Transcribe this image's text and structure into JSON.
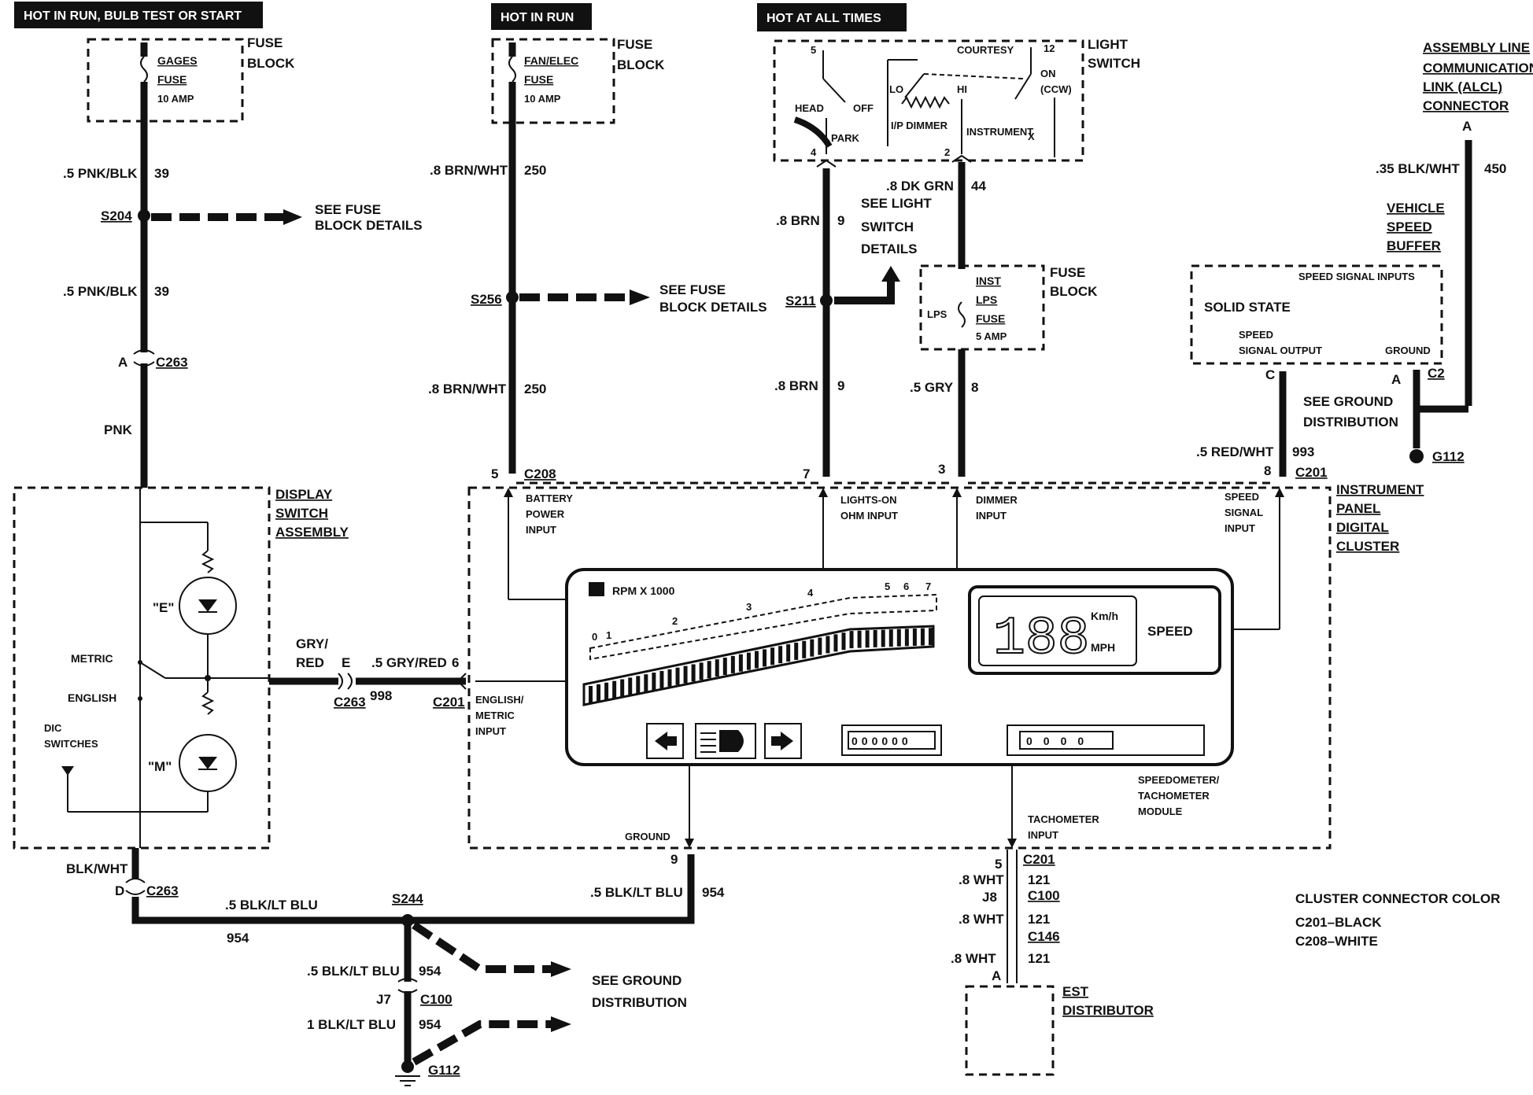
{
  "headers": {
    "hot_run_bulb_start": "HOT IN RUN, BULB TEST OR START",
    "hot_in_run": "HOT IN RUN",
    "hot_at_all_times": "HOT AT ALL TIMES"
  },
  "fuse_gages": {
    "name1": "GAGES",
    "name2": "FUSE",
    "rating": "10 AMP",
    "block1": "FUSE",
    "block2": "BLOCK"
  },
  "fuse_fan": {
    "name1": "FAN/ELEC",
    "name2": "FUSE",
    "rating": "10 AMP",
    "block1": "FUSE",
    "block2": "BLOCK"
  },
  "light_switch": {
    "label1": "LIGHT",
    "label2": "SWITCH",
    "courtesy": "COURTESY",
    "on": "ON",
    "ccw": "(CCW)",
    "head": "HEAD",
    "off": "OFF",
    "park": "PARK",
    "lo": "LO",
    "hi": "HI",
    "ip_dimmer": "I/P DIMMER",
    "instrument": "INSTRUMENT",
    "pin5": "5",
    "pin12": "12",
    "pin4": "4",
    "pin2": "2",
    "pinx": "X"
  },
  "alcl": {
    "l1": "ASSEMBLY LINE",
    "l2": "COMMUNICATION",
    "l3": "LINK (ALCL)",
    "l4": "CONNECTOR",
    "pin": "A",
    "wire": ".35 BLK/WHT",
    "circuit": "450"
  },
  "vsb": {
    "l1": "VEHICLE",
    "l2": "SPEED",
    "l3": "BUFFER",
    "inputs": "SPEED SIGNAL INPUTS",
    "solid": "SOLID STATE",
    "out1": "SPEED",
    "out2": "SIGNAL OUTPUT",
    "ground": "GROUND",
    "pin_c": "C",
    "pin_a": "A",
    "conn": "C2",
    "see1": "SEE GROUND",
    "see2": "DISTRIBUTION",
    "g": "G112",
    "wire": ".5 RED/WHT",
    "circuit": "993",
    "pin8": "8",
    "c201": "C201"
  },
  "left_circuit": {
    "w1": ".5 PNK/BLK",
    "c1": "39",
    "splice": "S204",
    "see1": "SEE FUSE",
    "see2": "BLOCK DETAILS",
    "w2": ".5 PNK/BLK",
    "c2": "39",
    "pin_a": "A",
    "conn": "C263",
    "pnk": "PNK"
  },
  "mid_circuit": {
    "w1": ".8 BRN/WHT",
    "c1": "250",
    "splice": "S256",
    "see1": "SEE FUSE",
    "see2": "BLOCK DETAILS",
    "w2": ".8 BRN/WHT",
    "c2": "250",
    "pin5": "5",
    "conn": "C208"
  },
  "brn_circuit": {
    "w1": ".8 BRN",
    "c1": "9",
    "splice": "S211",
    "see1": "SEE LIGHT",
    "see2": "SWITCH",
    "see3": "DETAILS",
    "w2": ".8 BRN",
    "c2": "9",
    "pin7": "7"
  },
  "grn_circuit": {
    "w1": ".8 DK GRN",
    "c1": "44",
    "inst": "INST",
    "lps": "LPS",
    "fuse": "FUSE",
    "rating": "5 AMP",
    "lps_side": "LPS",
    "block1": "FUSE",
    "block2": "BLOCK",
    "w2": ".5 GRY",
    "c2": "8",
    "pin3": "3"
  },
  "display_switch": {
    "l1": "DISPLAY",
    "l2": "SWITCH",
    "l3": "ASSEMBLY",
    "e": "\"E\"",
    "m": "\"M\"",
    "metric": "METRIC",
    "english": "ENGLISH",
    "dic1": "DIC",
    "dic2": "SWITCHES",
    "w1": "GRY/",
    "w2": "RED",
    "pin_e": "E",
    "w3": ".5 GRY/RED",
    "pin6": "6",
    "c263": "C263",
    "circuit": "998",
    "c201": "C201"
  },
  "cluster": {
    "l1": "INSTRUMENT",
    "l2": "PANEL",
    "l3": "DIGITAL",
    "l4": "CLUSTER",
    "battery1": "BATTERY",
    "battery2": "POWER",
    "battery3": "INPUT",
    "lights1": "LIGHTS-ON",
    "lights2": "OHM INPUT",
    "dimmer1": "DIMMER",
    "dimmer2": "INPUT",
    "speed1": "SPEED",
    "speed2": "SIGNAL",
    "speed3": "INPUT",
    "english1": "ENGLISH/",
    "english2": "METRIC",
    "english3": "INPUT",
    "rpm": "RPM X 1000",
    "t0": "0",
    "t1": "1",
    "t2": "2",
    "t3": "3",
    "t4": "4",
    "t5": "5",
    "t6": "6",
    "t7": "7",
    "digits": "188",
    "kmh": "Km/h",
    "mph": "MPH",
    "speed": "SPEED",
    "odo1": "000000",
    "odo2": "0000",
    "ground": "GROUND",
    "tach1": "TACHOMETER",
    "tach2": "INPUT",
    "module1": "SPEEDOMETER/",
    "module2": "TACHOMETER",
    "module3": "MODULE"
  },
  "ground_circuit": {
    "blkwht": "BLK/WHT",
    "pin_d": "D",
    "conn": "C263",
    "w1": ".5 BLK/LT BLU",
    "c1": "954",
    "splice": "S244",
    "w2": ".5 BLK/LT BLU",
    "c2": "954",
    "pin9": "9",
    "w3": ".5 BLK/LT BLU",
    "c3": "954",
    "pin_j7": "J7",
    "c100": "C100",
    "w4": "1 BLK/LT BLU",
    "c4": "954",
    "g": "G112",
    "see1": "SEE GROUND",
    "see2": "DISTRIBUTION"
  },
  "tach_circuit": {
    "pin5": "5",
    "c201": "C201",
    "w1": ".8 WHT",
    "c1": "121",
    "j8": "J8",
    "c100": "C100",
    "w2": ".8 WHT",
    "c2": "121",
    "c146": "C146",
    "w3": ".8 WHT",
    "c3": "121",
    "pin_a": "A",
    "est1": "EST",
    "est2": "DISTRIBUTOR"
  },
  "legend": {
    "title": "CLUSTER CONNECTOR COLOR",
    "l1": "C201–BLACK",
    "l2": "C208–WHITE"
  }
}
